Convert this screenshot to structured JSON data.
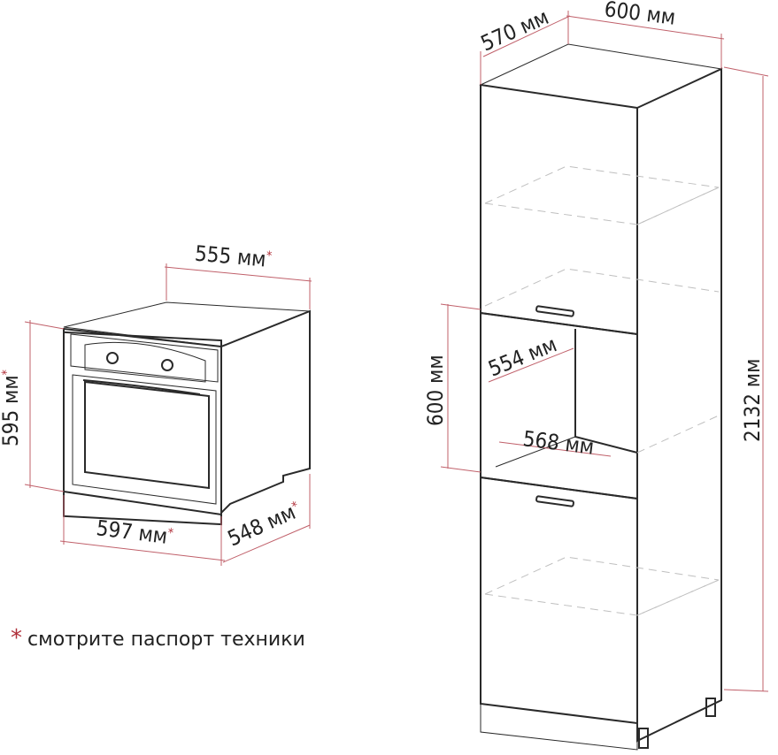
{
  "oven": {
    "width_label": "555 мм",
    "height_label": "595 мм",
    "front_width_label": "597 мм",
    "depth_label": "548 мм",
    "asterisk": "*"
  },
  "cabinet": {
    "depth_label": "570 мм",
    "width_label": "600 мм",
    "height_label": "2132 мм",
    "niche_height_label": "600 мм",
    "niche_depth_label": "554 мм",
    "niche_width_label": "568 мм"
  },
  "footnote": {
    "star": "*",
    "text": "смотрите паспорт техники"
  },
  "colors": {
    "dimension_line": "#c0606a",
    "footnote_star": "#b0303a",
    "outline": "#2a2a2a"
  }
}
